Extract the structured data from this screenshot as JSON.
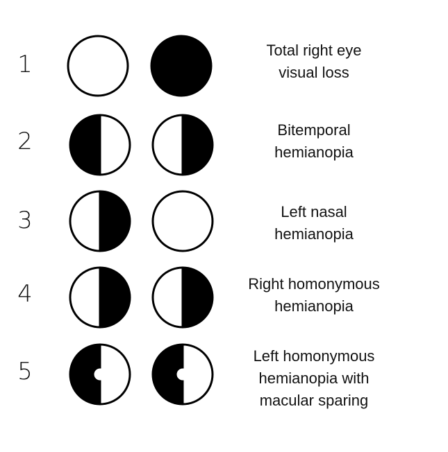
{
  "diagram": {
    "rows": [
      {
        "number": "1",
        "left_eye": "clear",
        "right_eye": "black",
        "caption_lines": [
          "Total right eye",
          "visual loss"
        ]
      },
      {
        "number": "2",
        "left_eye": "left-half-black",
        "right_eye": "right-half-black",
        "caption_lines": [
          "Bitemporal",
          "hemianopia"
        ]
      },
      {
        "number": "3",
        "left_eye": "right-half-black",
        "right_eye": "clear",
        "caption_lines": [
          "Left nasal",
          "hemianopia"
        ]
      },
      {
        "number": "4",
        "left_eye": "right-half-black",
        "right_eye": "right-half-black",
        "caption_lines": [
          "Right homonymous",
          "hemianopia"
        ]
      },
      {
        "number": "5",
        "left_eye": "left-half-black-macular-sparing",
        "right_eye": "left-half-black-macular-sparing",
        "caption_lines": [
          "Left homonymous",
          "hemianopia with",
          "macular sparing"
        ]
      }
    ],
    "colors": {
      "ink": "#000000",
      "paper": "#ffffff"
    }
  }
}
